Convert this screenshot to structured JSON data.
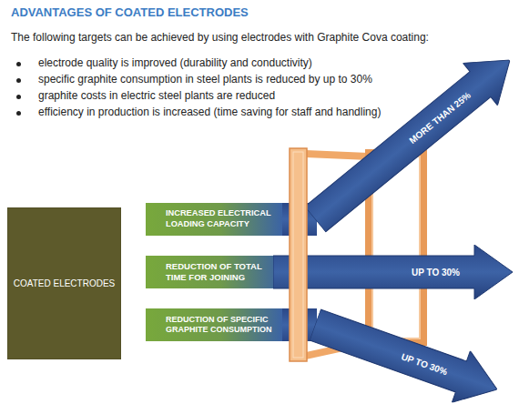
{
  "diagram": {
    "title": "ADVANTAGES OF COATED ELECTRODES",
    "nodes": [
      {
        "text": [
          "COATED ELECTRODES"
        ]
      },
      {
        "text": [
          "INCREASED ELECTRICAL LOADING CAPACITY"
        ]
      },
      {
        "text": [
          "REDUCTION OF TOTAL TIME FOR JOINING"
        ]
      },
      {
        "text": [
          "REDUCTION OF SPECIFIC GRAPHITE CONSUMPTION"
        ]
      },
      {
        "text": [
          "MORE THAN 25%"
        ]
      },
      {
        "text": [
          "UP TO 30%"
        ]
      },
      {
        "text": [
          "UP TO 30%"
        ]
      }
    ],
    "labels": [
      "The following targets can be achieved by using electrodes with Graphite Cova coating:",
      "electrode quality is improved (durability and conductivity)",
      "specific graphite consumption in steel plants is reduced by up to 30%",
      "graphite costs in electric steel plants are reduced",
      "efficiency in production is increased (time saving for staff and handling)"
    ]
  }
}
